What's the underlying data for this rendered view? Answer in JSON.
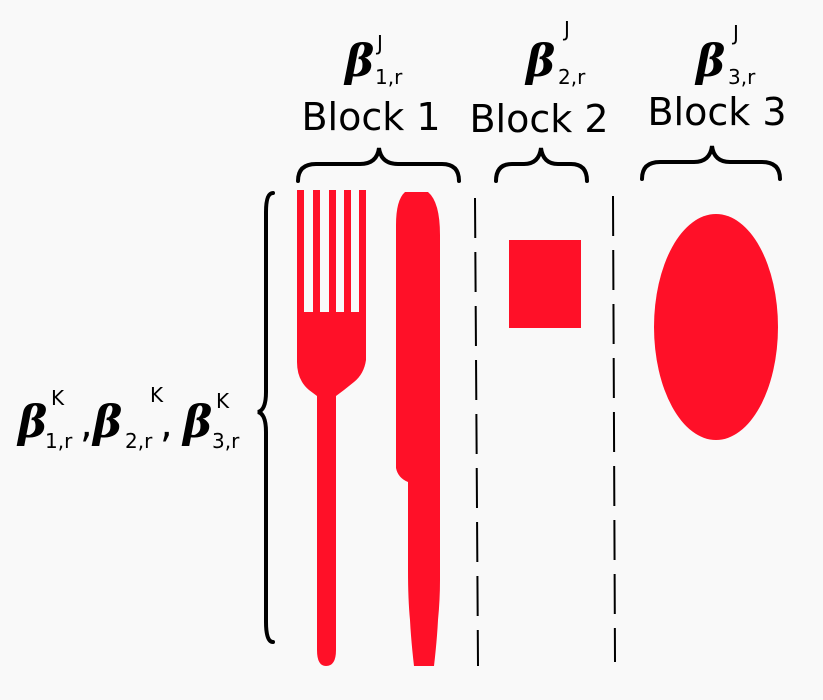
{
  "diagram": {
    "blocks": [
      {
        "title": "Block 1",
        "beta_symbol": "β",
        "beta_sup": "J",
        "beta_sub": "1,r"
      },
      {
        "title": "Block 2",
        "beta_symbol": "β",
        "beta_sup": "J",
        "beta_sub": "2,r"
      },
      {
        "title": "Block 3",
        "beta_symbol": "β",
        "beta_sup": "J",
        "beta_sub": "3,r"
      }
    ],
    "left_terms": [
      {
        "symbol": "β",
        "sup": "K",
        "sub": "1,r",
        "sep": ","
      },
      {
        "symbol": "β",
        "sup": "K",
        "sub": "2,r",
        "sep": ","
      },
      {
        "symbol": "β",
        "sup": "K",
        "sub": "3,r",
        "sep": ""
      }
    ],
    "shapes": {
      "fill": "#ff1028",
      "items": [
        "fork",
        "knife",
        "square",
        "ellipse"
      ]
    },
    "colors": {
      "background": "#f9f9f9",
      "ink": "#000000"
    }
  }
}
